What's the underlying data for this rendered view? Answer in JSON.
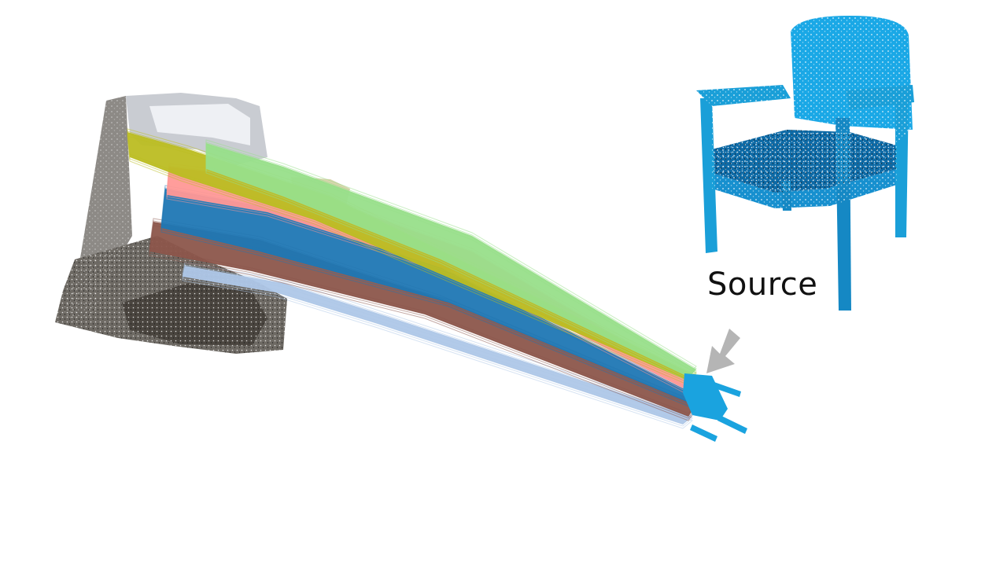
{
  "label": {
    "source": "Source"
  },
  "colors": {
    "chair": "#1fa3e0",
    "chair_dark": "#0b4a73",
    "arrow": "#b5b5b5",
    "scene_gray": "#8a8680",
    "scene_light": "#d8dce2",
    "scene_dark": "#3a3632"
  },
  "bands": [
    {
      "name": "light-blue",
      "color": "#aec7e8"
    },
    {
      "name": "brown",
      "color": "#8c564b"
    },
    {
      "name": "blue",
      "color": "#1f77b4"
    },
    {
      "name": "pink",
      "color": "#ff9896"
    },
    {
      "name": "olive",
      "color": "#bcbd22"
    },
    {
      "name": "green",
      "color": "#98df8a"
    }
  ]
}
